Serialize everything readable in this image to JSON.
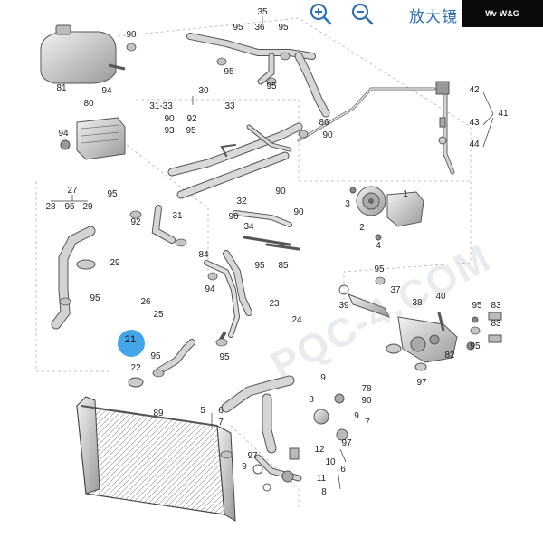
{
  "toolbar": {
    "zoom_in_icon": "zoom-in-icon",
    "zoom_out_icon": "zoom-out-icon",
    "zoom_label_zh": "放大镜",
    "accent": "#2f6fb3"
  },
  "brand": {
    "mark": "Wv",
    "text": "W&G",
    "background": "#0a0a0a"
  },
  "watermark": "PQC-4.COM",
  "highlight": {
    "callout": "21",
    "color": "#3aa0e8"
  },
  "callouts": [
    {
      "id": "35",
      "text": "35"
    },
    {
      "id": "95a",
      "text": "95"
    },
    {
      "id": "36",
      "text": "36"
    },
    {
      "id": "95b",
      "text": "95"
    },
    {
      "id": "90a",
      "text": "90"
    },
    {
      "id": "81",
      "text": "81"
    },
    {
      "id": "94a",
      "text": "94"
    },
    {
      "id": "95c",
      "text": "95"
    },
    {
      "id": "95d",
      "text": "95"
    },
    {
      "id": "80",
      "text": "80"
    },
    {
      "id": "94b",
      "text": "94"
    },
    {
      "id": "30",
      "text": "30"
    },
    {
      "id": "31-33",
      "text": "31-33"
    },
    {
      "id": "90b",
      "text": "90"
    },
    {
      "id": "92",
      "text": "92"
    },
    {
      "id": "93",
      "text": "93"
    },
    {
      "id": "95e",
      "text": "95"
    },
    {
      "id": "33",
      "text": "33"
    },
    {
      "id": "86",
      "text": "86"
    },
    {
      "id": "90c",
      "text": "90"
    },
    {
      "id": "42",
      "text": "42"
    },
    {
      "id": "43",
      "text": "43"
    },
    {
      "id": "44",
      "text": "44"
    },
    {
      "id": "41",
      "text": "41"
    },
    {
      "id": "27",
      "text": "27"
    },
    {
      "id": "28",
      "text": "28"
    },
    {
      "id": "95f",
      "text": "95"
    },
    {
      "id": "29a",
      "text": "29"
    },
    {
      "id": "95g",
      "text": "95"
    },
    {
      "id": "92b",
      "text": "92"
    },
    {
      "id": "31",
      "text": "31"
    },
    {
      "id": "90d",
      "text": "90"
    },
    {
      "id": "32",
      "text": "32"
    },
    {
      "id": "90e",
      "text": "90"
    },
    {
      "id": "34",
      "text": "34"
    },
    {
      "id": "90f",
      "text": "90"
    },
    {
      "id": "1",
      "text": "1"
    },
    {
      "id": "3",
      "text": "3"
    },
    {
      "id": "2",
      "text": "2"
    },
    {
      "id": "4",
      "text": "4"
    },
    {
      "id": "29b",
      "text": "29"
    },
    {
      "id": "84",
      "text": "84"
    },
    {
      "id": "95h",
      "text": "95"
    },
    {
      "id": "85",
      "text": "85"
    },
    {
      "id": "95i",
      "text": "95"
    },
    {
      "id": "94c",
      "text": "94"
    },
    {
      "id": "95j",
      "text": "95"
    },
    {
      "id": "26",
      "text": "26"
    },
    {
      "id": "25",
      "text": "25"
    },
    {
      "id": "23",
      "text": "23"
    },
    {
      "id": "24",
      "text": "24"
    },
    {
      "id": "37",
      "text": "37"
    },
    {
      "id": "38",
      "text": "38"
    },
    {
      "id": "40",
      "text": "40"
    },
    {
      "id": "39",
      "text": "39"
    },
    {
      "id": "95k",
      "text": "95"
    },
    {
      "id": "83a",
      "text": "83"
    },
    {
      "id": "83b",
      "text": "83"
    },
    {
      "id": "21",
      "text": "21"
    },
    {
      "id": "95l",
      "text": "95"
    },
    {
      "id": "22",
      "text": "22"
    },
    {
      "id": "95m",
      "text": "95"
    },
    {
      "id": "82",
      "text": "82"
    },
    {
      "id": "97a",
      "text": "97"
    },
    {
      "id": "95n",
      "text": "95"
    },
    {
      "id": "9a",
      "text": "9"
    },
    {
      "id": "78",
      "text": "78"
    },
    {
      "id": "90g",
      "text": "90"
    },
    {
      "id": "8a",
      "text": "8"
    },
    {
      "id": "89",
      "text": "89"
    },
    {
      "id": "5",
      "text": "5"
    },
    {
      "id": "6a",
      "text": "6"
    },
    {
      "id": "7a",
      "text": "7"
    },
    {
      "id": "9b",
      "text": "9"
    },
    {
      "id": "7b",
      "text": "7"
    },
    {
      "id": "97b",
      "text": "97"
    },
    {
      "id": "97c",
      "text": "97"
    },
    {
      "id": "12",
      "text": "12"
    },
    {
      "id": "9c",
      "text": "9"
    },
    {
      "id": "10",
      "text": "10"
    },
    {
      "id": "11",
      "text": "11"
    },
    {
      "id": "6b",
      "text": "6"
    },
    {
      "id": "8b",
      "text": "8"
    }
  ]
}
